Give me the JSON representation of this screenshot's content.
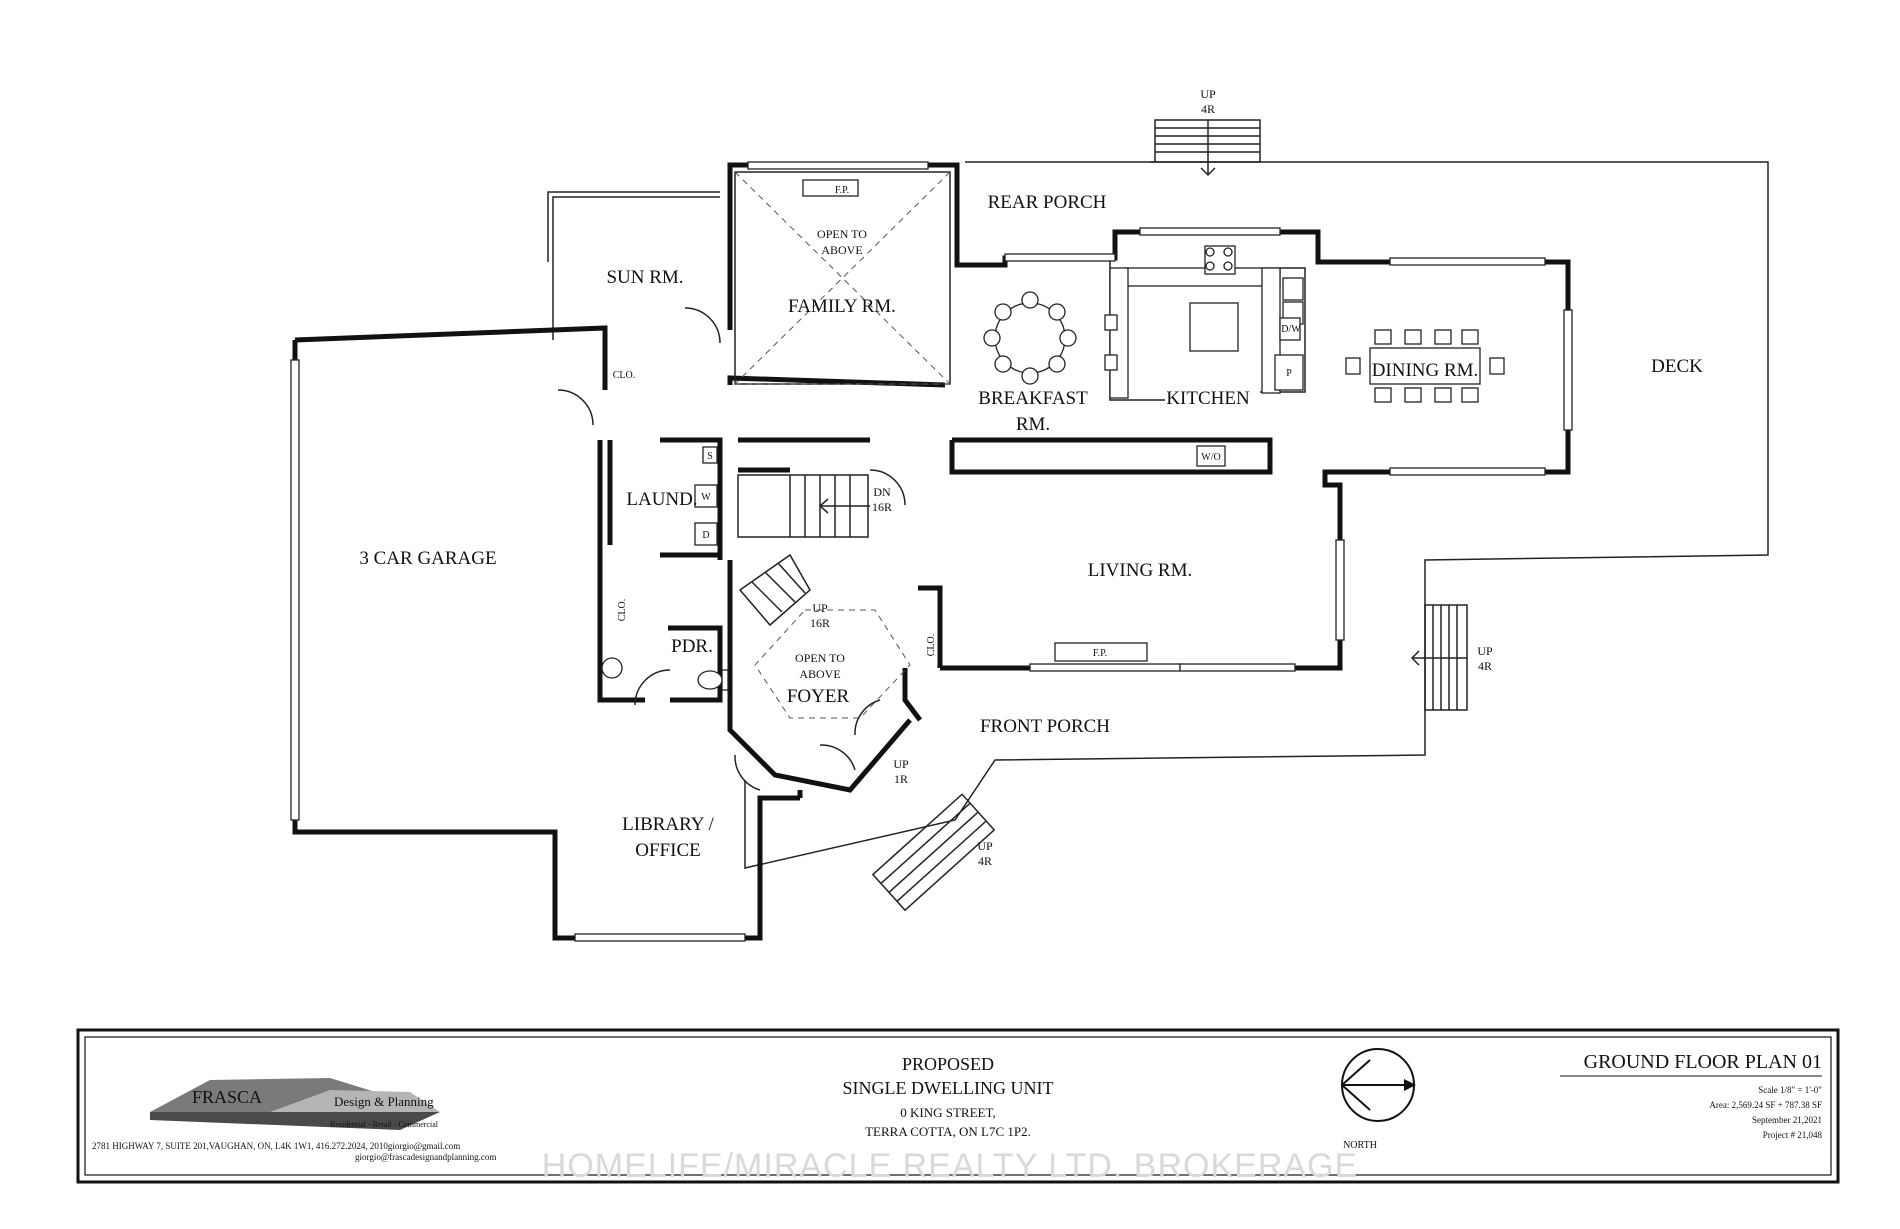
{
  "rooms": {
    "sun_room": "SUN RM.",
    "family_room": "FAMILY RM.",
    "open_to_above_1": "OPEN TO",
    "open_to_above_2": "ABOVE",
    "fp_family": "F.P.",
    "rear_porch": "REAR PORCH",
    "breakfast_1": "BREAKFAST",
    "breakfast_2": "RM.",
    "kitchen": "KITCHEN",
    "dining_room": "DINING RM.",
    "deck": "DECK",
    "garage": "3 CAR GARAGE",
    "laundry": "LAUND.",
    "living_room": "LIVING RM.",
    "fp_living": "F.P.",
    "pdr": "PDR.",
    "foyer_open_1": "OPEN TO",
    "foyer_open_2": "ABOVE",
    "foyer": "FOYER",
    "front_porch": "FRONT PORCH",
    "library_1": "LIBRARY /",
    "library_2": "OFFICE",
    "clo_garage": "CLO.",
    "clo_mud": "CLO.",
    "clo_foyer": "CLO."
  },
  "fixtures": {
    "dw": "D/W",
    "p": "P",
    "w": "W",
    "d": "D",
    "s": "S",
    "wo": "W/O"
  },
  "stairs": {
    "up_top": [
      "UP",
      "4R"
    ],
    "dn": [
      "DN",
      "16R"
    ],
    "up_main": [
      "UP",
      "16R"
    ],
    "up_right": [
      "UP",
      "4R"
    ],
    "up_front": [
      "UP",
      "1R"
    ],
    "up_bottom": [
      "UP",
      "4R"
    ]
  },
  "title_block": {
    "company": "FRASCA",
    "company_tag": "Design & Planning",
    "services": "Residential - Retail - Commercial",
    "address": "2781 HIGHWAY 7, SUITE 201,VAUGHAN, ON, L4K 1W1, 416.272.2024, 2010giorgio@gmail.com",
    "email": "giorgio@frascadesignandplanning.com",
    "proposed": "PROPOSED",
    "project_type": "SINGLE DWELLING UNIT",
    "street": "0 KING STREET,",
    "city": "TERRA COTTA, ON L7C 1P2.",
    "north": "NORTH",
    "sheet_title": "GROUND FLOOR PLAN 01",
    "scale": "Scale 1/8\" = 1'-0\"",
    "area": "Area: 2,569.24 SF + 787.38 SF",
    "date": "September 21,2021",
    "project": "Project # 21,048"
  },
  "watermark": "HOMELIFE/MIRACLE REALTY LTD. BROKERAGE"
}
